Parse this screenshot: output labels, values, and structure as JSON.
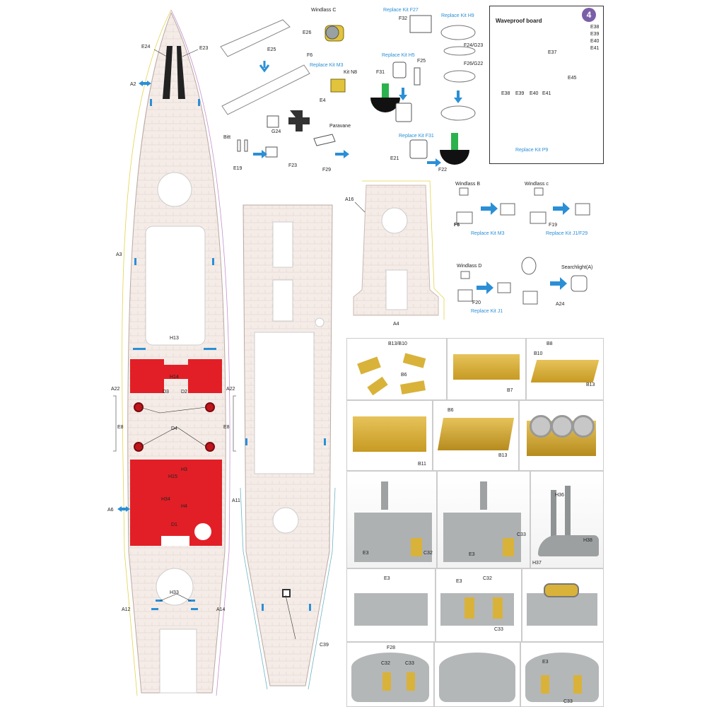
{
  "step": "4",
  "waveproof": {
    "title": "Waveproof board",
    "parts": [
      "E38",
      "E39",
      "E40",
      "E41"
    ],
    "e37": "E37",
    "e45": "E45",
    "replace": "Replace Kit P9"
  },
  "hull_labels": {
    "a2": "A2",
    "a3": "A3",
    "a6": "A6",
    "a12": "A12",
    "a14": "A14",
    "a11": "A11",
    "a16": "A16",
    "a4": "A4",
    "a22l": "A22",
    "a22r": "A22",
    "e8l": "E8",
    "e8r": "E8",
    "e24": "E24",
    "e23": "E23",
    "h13": "H13",
    "h14": "H14",
    "d3": "D3",
    "d2": "D2",
    "d4": "D4",
    "h3": "H3",
    "h15": "H15",
    "h34": "H34",
    "h4": "H4",
    "d1": "D1",
    "h33": "H33",
    "c39": "C39"
  },
  "top_labels": {
    "windlass_c": "Windlass C",
    "e26": "E26",
    "e25": "E25",
    "f6": "F6",
    "replace_m3": "Replace Kit M3",
    "kit_n8": "Kit N8",
    "e4": "E4",
    "replace_f27": "Replace Kit F27",
    "f32": "F32",
    "replace_h5": "Replace Kit H5",
    "f31": "F31",
    "f25": "F25",
    "replace_h9": "Replace Kit H9",
    "f24g23": "F24/G23",
    "f26g22": "F26/G22",
    "g24": "G24",
    "bitt": "Bitt",
    "e19": "E19",
    "paravane": "Paravane",
    "f23": "F23",
    "f29": "F29",
    "replace_f31": "Replace Kit F31",
    "e21": "E21",
    "f22": "F22"
  },
  "windlass": {
    "b": "Windlass B",
    "f6": "F6",
    "b_replace": "Replace Kit M3",
    "c": "Windlass c",
    "f19": "F19",
    "c_replace": "Replace Kit J1/F29",
    "d": "Windlass D",
    "f20": "F20",
    "d_replace": "Replace Kit J1",
    "searchlight": "Searchlight(A)",
    "a24": "A24"
  },
  "photos": {
    "p1": {
      "b13b10": "B13/B10",
      "b6": "B6"
    },
    "p2": {
      "b7": "B7"
    },
    "p3": {
      "b8": "B8",
      "b10": "B10",
      "b13": "B13"
    },
    "p4": {
      "b11": "B11"
    },
    "p5": {
      "b6": "B6",
      "b13": "B13"
    },
    "p7": {
      "e3": "E3",
      "c32": "C32"
    },
    "p8": {
      "e3": "E3",
      "c33": "C33"
    },
    "p9": {
      "h36": "H36",
      "h38": "H38",
      "h37": "H37"
    },
    "p10": {
      "e3": "E3"
    },
    "p11": {
      "e3": "E3",
      "c32": "C32",
      "c33": "C33"
    },
    "p13": {
      "f28": "F28",
      "c32": "C32",
      "c33": "C33"
    },
    "p15": {
      "e3": "E3",
      "c33": "C33"
    }
  },
  "colors": {
    "deck": "#f5ece8",
    "red": "#e21f26",
    "gold": "#d9b23a",
    "grey": "#b9bcbd",
    "accent": "#2b8fd6"
  }
}
